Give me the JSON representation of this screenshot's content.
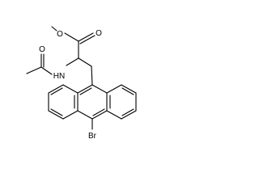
{
  "structure": {
    "atoms": {
      "o_ether": "O",
      "o_ester_carbonyl": "O",
      "nh": "HN",
      "o_acetyl": "O",
      "br": "Br"
    },
    "colors": {
      "bond": "#000000",
      "text": "#000000",
      "background": "#ffffff"
    }
  }
}
